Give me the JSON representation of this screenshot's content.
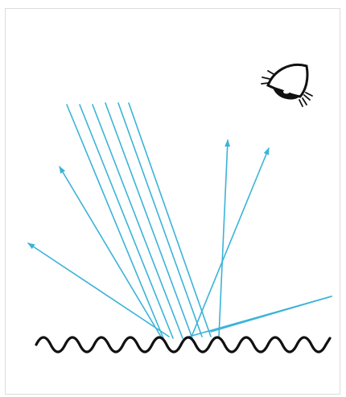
{
  "diagram": {
    "kind": "diffuse-reflection-illustration",
    "colors": {
      "ray": "#3bb3d8",
      "surface": "#111111",
      "eye": "#111111",
      "background": "#ffffff",
      "frame_border": "#dcdcdc"
    },
    "icons": [
      "eye-icon"
    ],
    "incident_ray_count": 6,
    "reflected_ray_count": 6
  }
}
